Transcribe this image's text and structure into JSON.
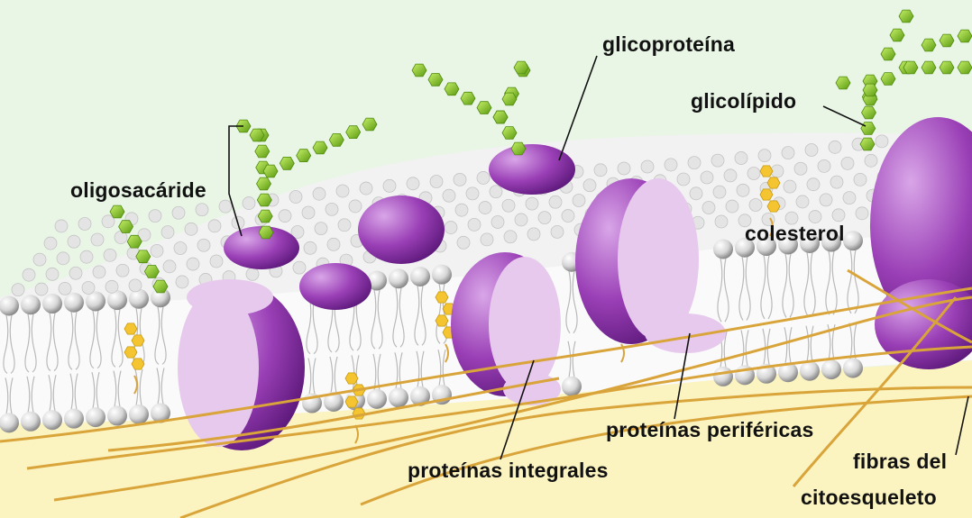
{
  "labels": {
    "glicoproteina": "glicoproteína",
    "glicolipido": "glicolípido",
    "oligosacaride": "oligosacáride",
    "colesterol": "colesterol",
    "proteinas_perifericas": "proteínas periféricas",
    "proteinas_integrales": "proteínas integrales",
    "fibras_del": "fibras del",
    "citoesqueleto": "citoesqueleto"
  },
  "colors": {
    "background": "#e9f6e6",
    "cytoplasm": "#fbf3c0",
    "lipid_head": "#d9d9d9",
    "protein_light": "#e7c9ee",
    "protein_dark": "#8a2ea6",
    "sugar": "#8ed12a",
    "cholesterol": "#f4c431",
    "fiber": "#d9a43a"
  }
}
